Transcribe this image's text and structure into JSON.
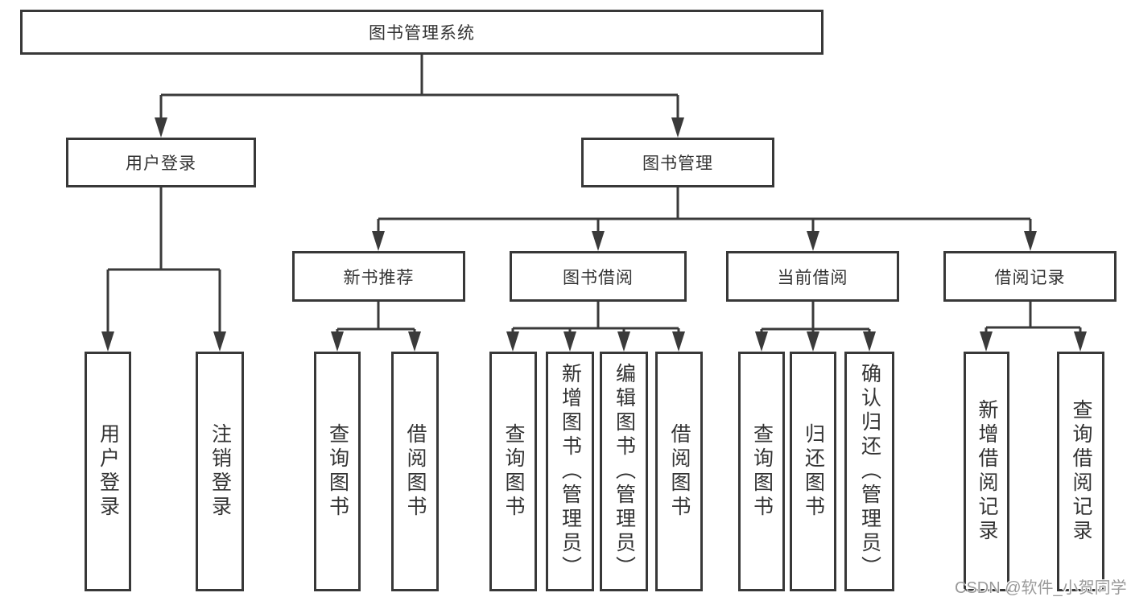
{
  "diagram_type": "functional-structure-tree",
  "colors": {
    "line": "#3a3a3a",
    "box_border": "#383838",
    "text": "#333333",
    "background": "#ffffff",
    "watermark": "#9a9a9a"
  },
  "tree": {
    "label": "图书管理系统",
    "children": [
      {
        "label": "用户登录",
        "children": [
          {
            "label": "用户登录"
          },
          {
            "label": "注销登录"
          }
        ]
      },
      {
        "label": "图书管理",
        "children": [
          {
            "label": "新书推荐",
            "children": [
              {
                "label": "查询图书"
              },
              {
                "label": "借阅图书"
              }
            ]
          },
          {
            "label": "图书借阅",
            "children": [
              {
                "label": "查询图书"
              },
              {
                "label": "新增图书（管理员）"
              },
              {
                "label": "编辑图书（管理员）"
              },
              {
                "label": "借阅图书"
              }
            ]
          },
          {
            "label": "当前借阅",
            "children": [
              {
                "label": "查询图书"
              },
              {
                "label": "归还图书"
              },
              {
                "label": "确认归还（管理员）"
              }
            ]
          },
          {
            "label": "借阅记录",
            "children": [
              {
                "label": "新增借阅记录"
              },
              {
                "label": "查询借阅记录"
              }
            ]
          }
        ]
      }
    ]
  },
  "watermark": {
    "text": "CSDN @软件_小贺同学"
  }
}
